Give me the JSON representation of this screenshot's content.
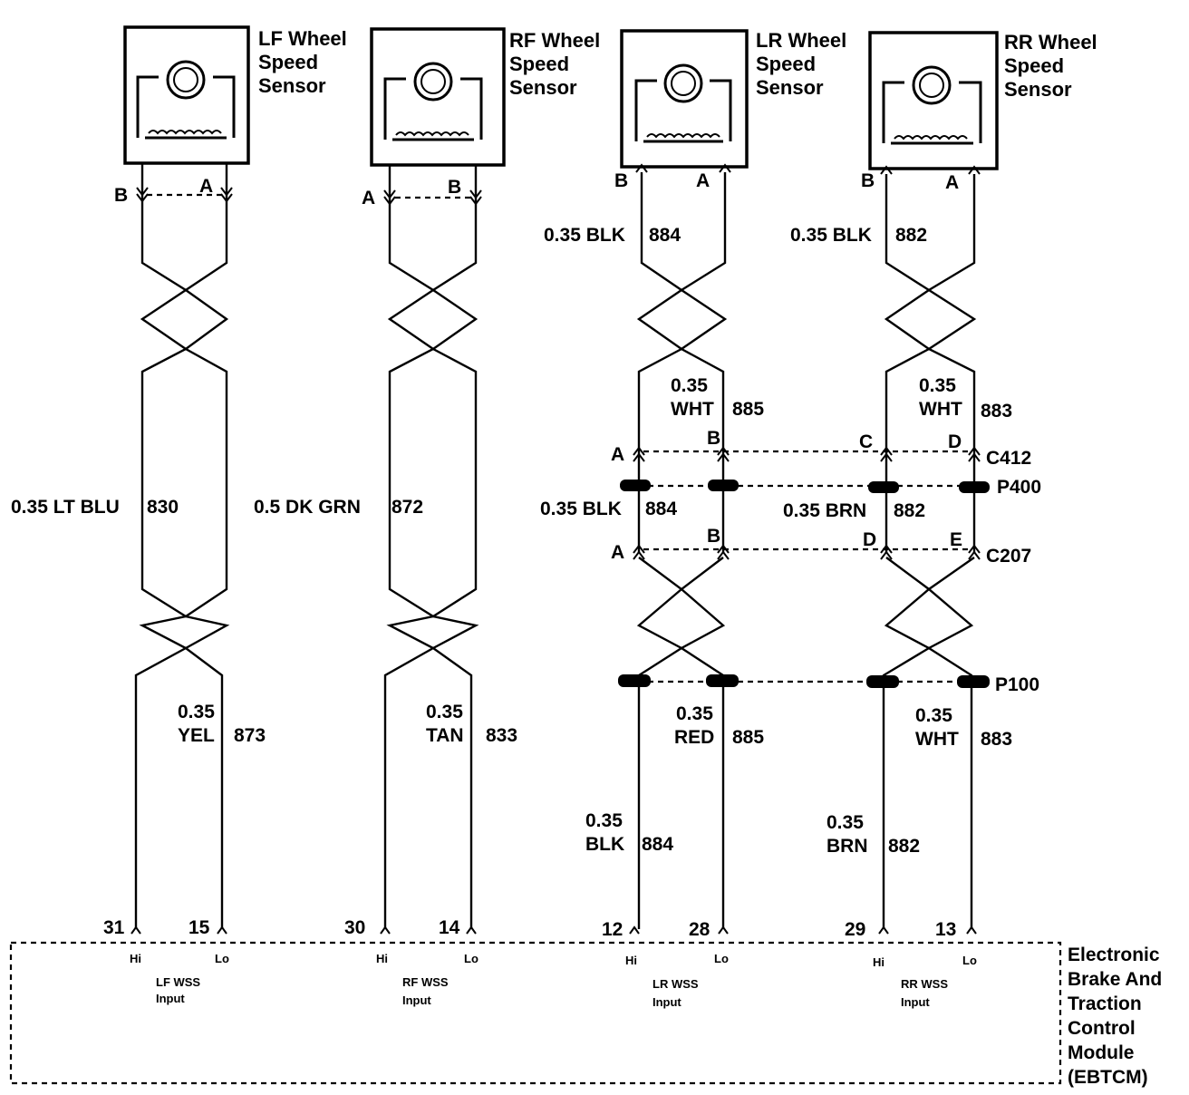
{
  "sensors": [
    {
      "name_lines": [
        "LF Wheel",
        "Speed",
        "Sensor"
      ],
      "pin_left": "B",
      "pin_right": "A"
    },
    {
      "name_lines": [
        "RF Wheel",
        "Speed",
        "Sensor"
      ],
      "pin_left": "A",
      "pin_right": "B"
    },
    {
      "name_lines": [
        "LR Wheel",
        "Speed",
        "Sensor"
      ],
      "pin_left": "B",
      "pin_right": "A"
    },
    {
      "name_lines": [
        "RR Wheel",
        "Speed",
        "Sensor"
      ],
      "pin_left": "B",
      "pin_right": "A"
    }
  ],
  "wires": {
    "lf_long": {
      "gauge_color": "0.35 LT BLU",
      "circuit": "830"
    },
    "lf_short": {
      "gauge": "0.35",
      "color": "YEL",
      "circuit": "873"
    },
    "rf_long": {
      "gauge_color": "0.5 DK GRN",
      "circuit": "872"
    },
    "rf_short": {
      "gauge": "0.35",
      "color": "TAN",
      "circuit": "833"
    },
    "lr_top_black": {
      "gauge_color": "0.35 BLK",
      "circuit": "884"
    },
    "lr_top_white": {
      "gauge": "0.35",
      "color": "WHT",
      "circuit": "885"
    },
    "lr_mid_black": {
      "gauge_color": "0.35 BLK",
      "circuit": "884"
    },
    "lr_red": {
      "gauge": "0.35",
      "color": "RED",
      "circuit": "885"
    },
    "lr_bottom_black": {
      "gauge": "0.35",
      "color": "BLK",
      "circuit": "884"
    },
    "rr_top_black": {
      "gauge_color": "0.35 BLK",
      "circuit": "882"
    },
    "rr_top_white": {
      "gauge": "0.35",
      "color": "WHT",
      "circuit": "883"
    },
    "rr_mid_brown": {
      "gauge_color": "0.35 BRN",
      "circuit": "882"
    },
    "rr_white": {
      "gauge": "0.35",
      "color": "WHT",
      "circuit": "883"
    },
    "rr_bottom_brown": {
      "gauge": "0.35",
      "color": "BRN",
      "circuit": "882"
    }
  },
  "connectors": {
    "c412": {
      "name": "C412",
      "pins": [
        "A",
        "B",
        "C",
        "D"
      ]
    },
    "p400": {
      "name": "P400"
    },
    "c207": {
      "name": "C207",
      "pins": [
        "A",
        "B",
        "D",
        "E"
      ]
    },
    "p100": {
      "name": "P100"
    }
  },
  "module": {
    "title_lines": [
      "Electronic",
      "Brake And",
      "Traction",
      "Control",
      "Module",
      "(EBTCM)"
    ],
    "inputs": [
      {
        "hi_pin": "31",
        "lo_pin": "15",
        "hi": "Hi",
        "lo": "Lo",
        "label_lines": [
          "LF WSS",
          "Input"
        ]
      },
      {
        "hi_pin": "30",
        "lo_pin": "14",
        "hi": "Hi",
        "lo": "Lo",
        "label_lines": [
          "RF WSS",
          "Input"
        ]
      },
      {
        "hi_pin": "12",
        "lo_pin": "28",
        "hi": "Hi",
        "lo": "Lo",
        "label_lines": [
          "LR WSS",
          "Input"
        ]
      },
      {
        "hi_pin": "29",
        "lo_pin": "13",
        "hi": "Hi",
        "lo": "Lo",
        "label_lines": [
          "RR WSS",
          "Input"
        ]
      }
    ]
  }
}
